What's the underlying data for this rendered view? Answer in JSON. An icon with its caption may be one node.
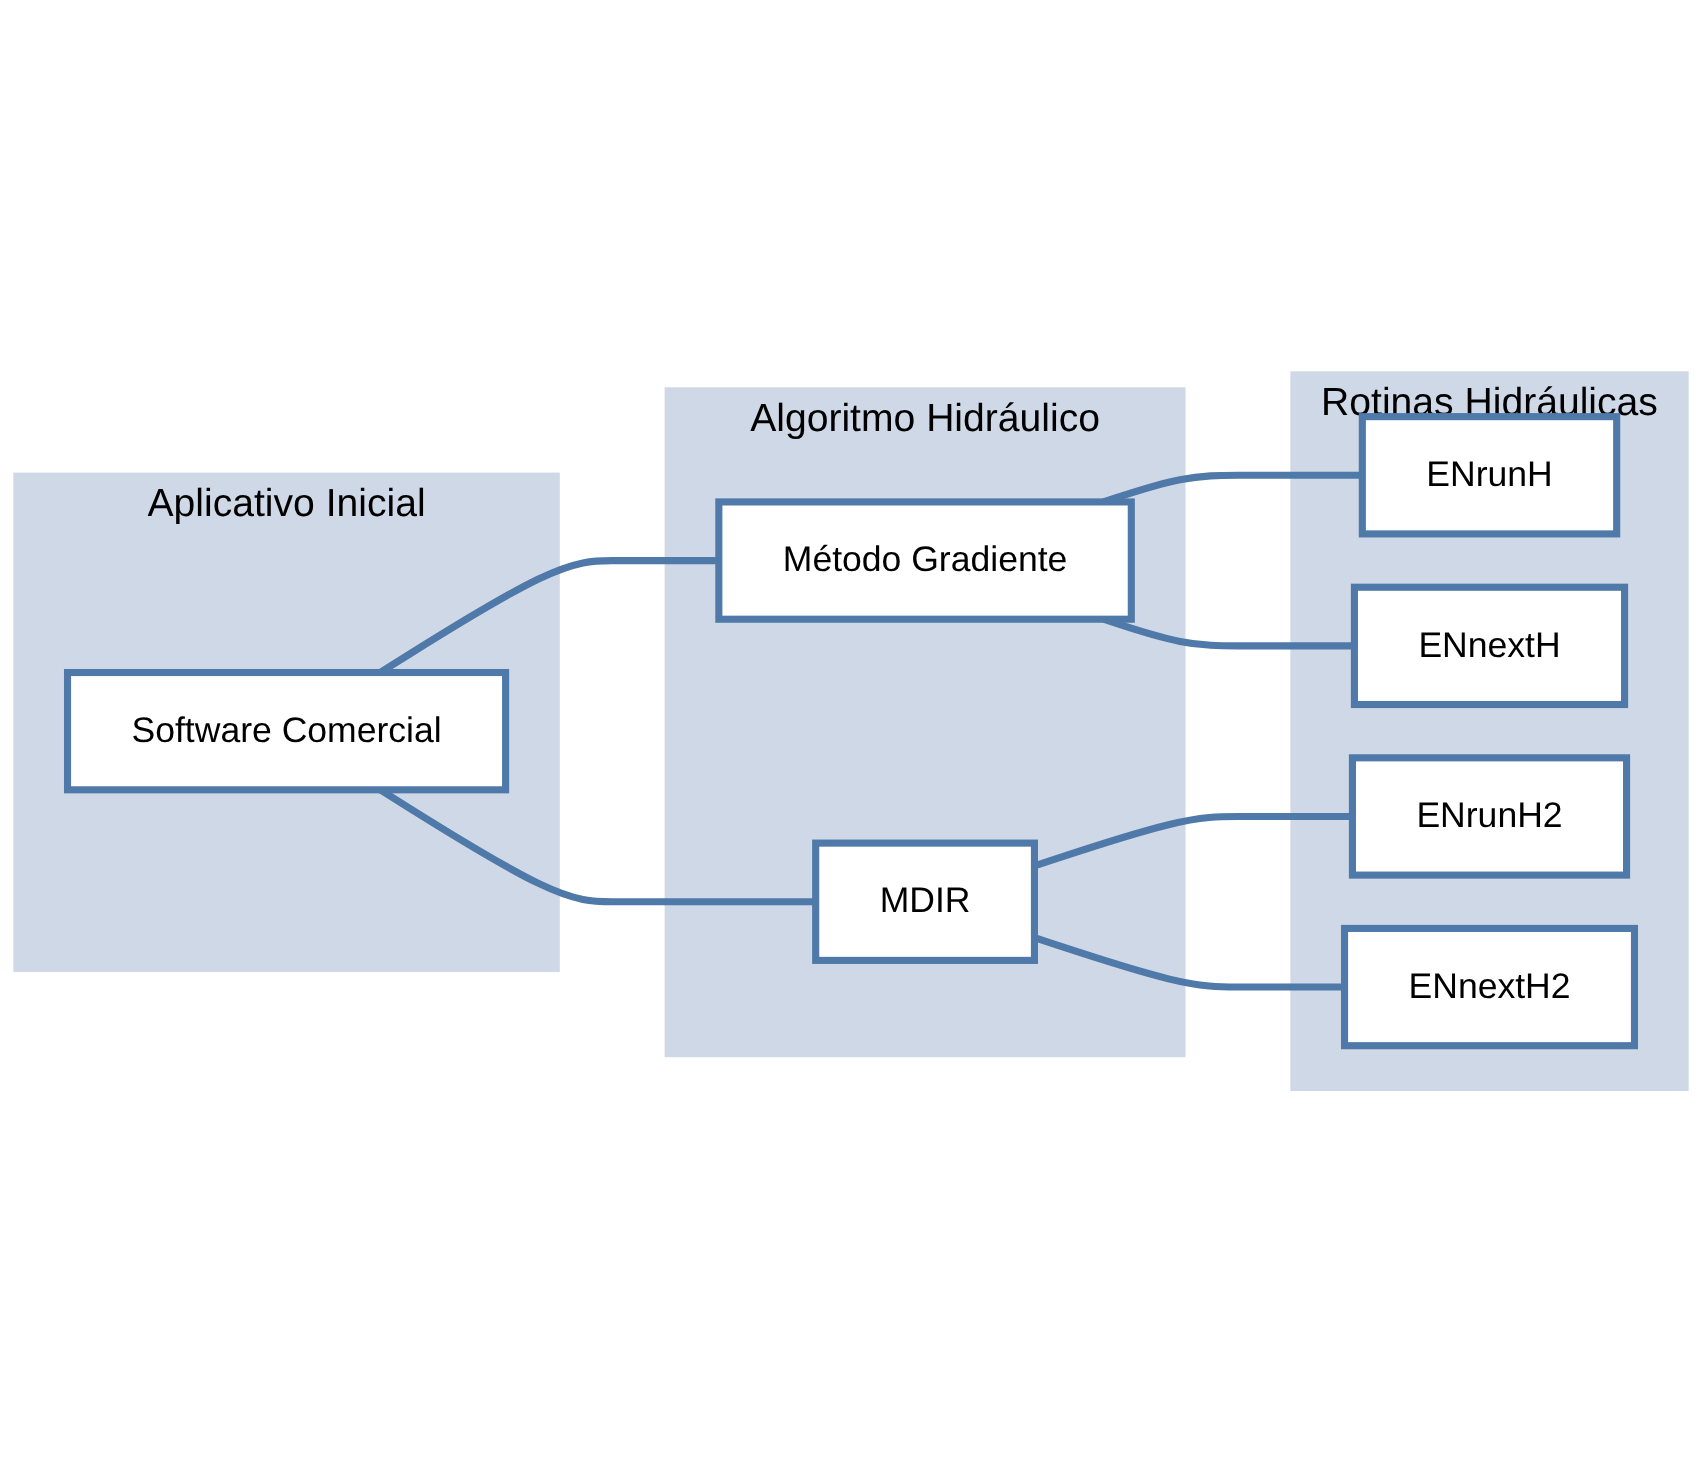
{
  "diagram": {
    "nodes": [
      {
        "text": [
          "Aplicativo Inicial"
        ]
      },
      {
        "text": [
          "Software Comercial"
        ],
        "in": 0
      },
      {
        "text": [
          "Algoritmo Hidráulico"
        ]
      },
      {
        "text": [
          "Método Gradiente"
        ],
        "in": 2
      },
      {
        "text": [
          "MDIR"
        ],
        "in": 2
      },
      {
        "text": [
          "Rotinas Hidráulicas"
        ]
      },
      {
        "text": [
          "ENrunH"
        ],
        "in": 5
      },
      {
        "text": [
          "ENnextH"
        ],
        "in": 5
      },
      {
        "text": [
          "ENrunH2"
        ],
        "in": 5
      },
      {
        "text": [
          "ENnextH2"
        ],
        "in": 5
      }
    ],
    "edges": [
      {
        "from": 1,
        "to": 3,
        "arrow": "none"
      },
      {
        "from": 1,
        "to": 4,
        "arrow": "none"
      },
      {
        "from": 3,
        "to": 6,
        "arrow": "none"
      },
      {
        "from": 3,
        "to": 7,
        "arrow": "none"
      },
      {
        "from": 4,
        "to": 8,
        "arrow": "none"
      },
      {
        "from": 4,
        "to": 9,
        "arrow": "none"
      }
    ]
  }
}
